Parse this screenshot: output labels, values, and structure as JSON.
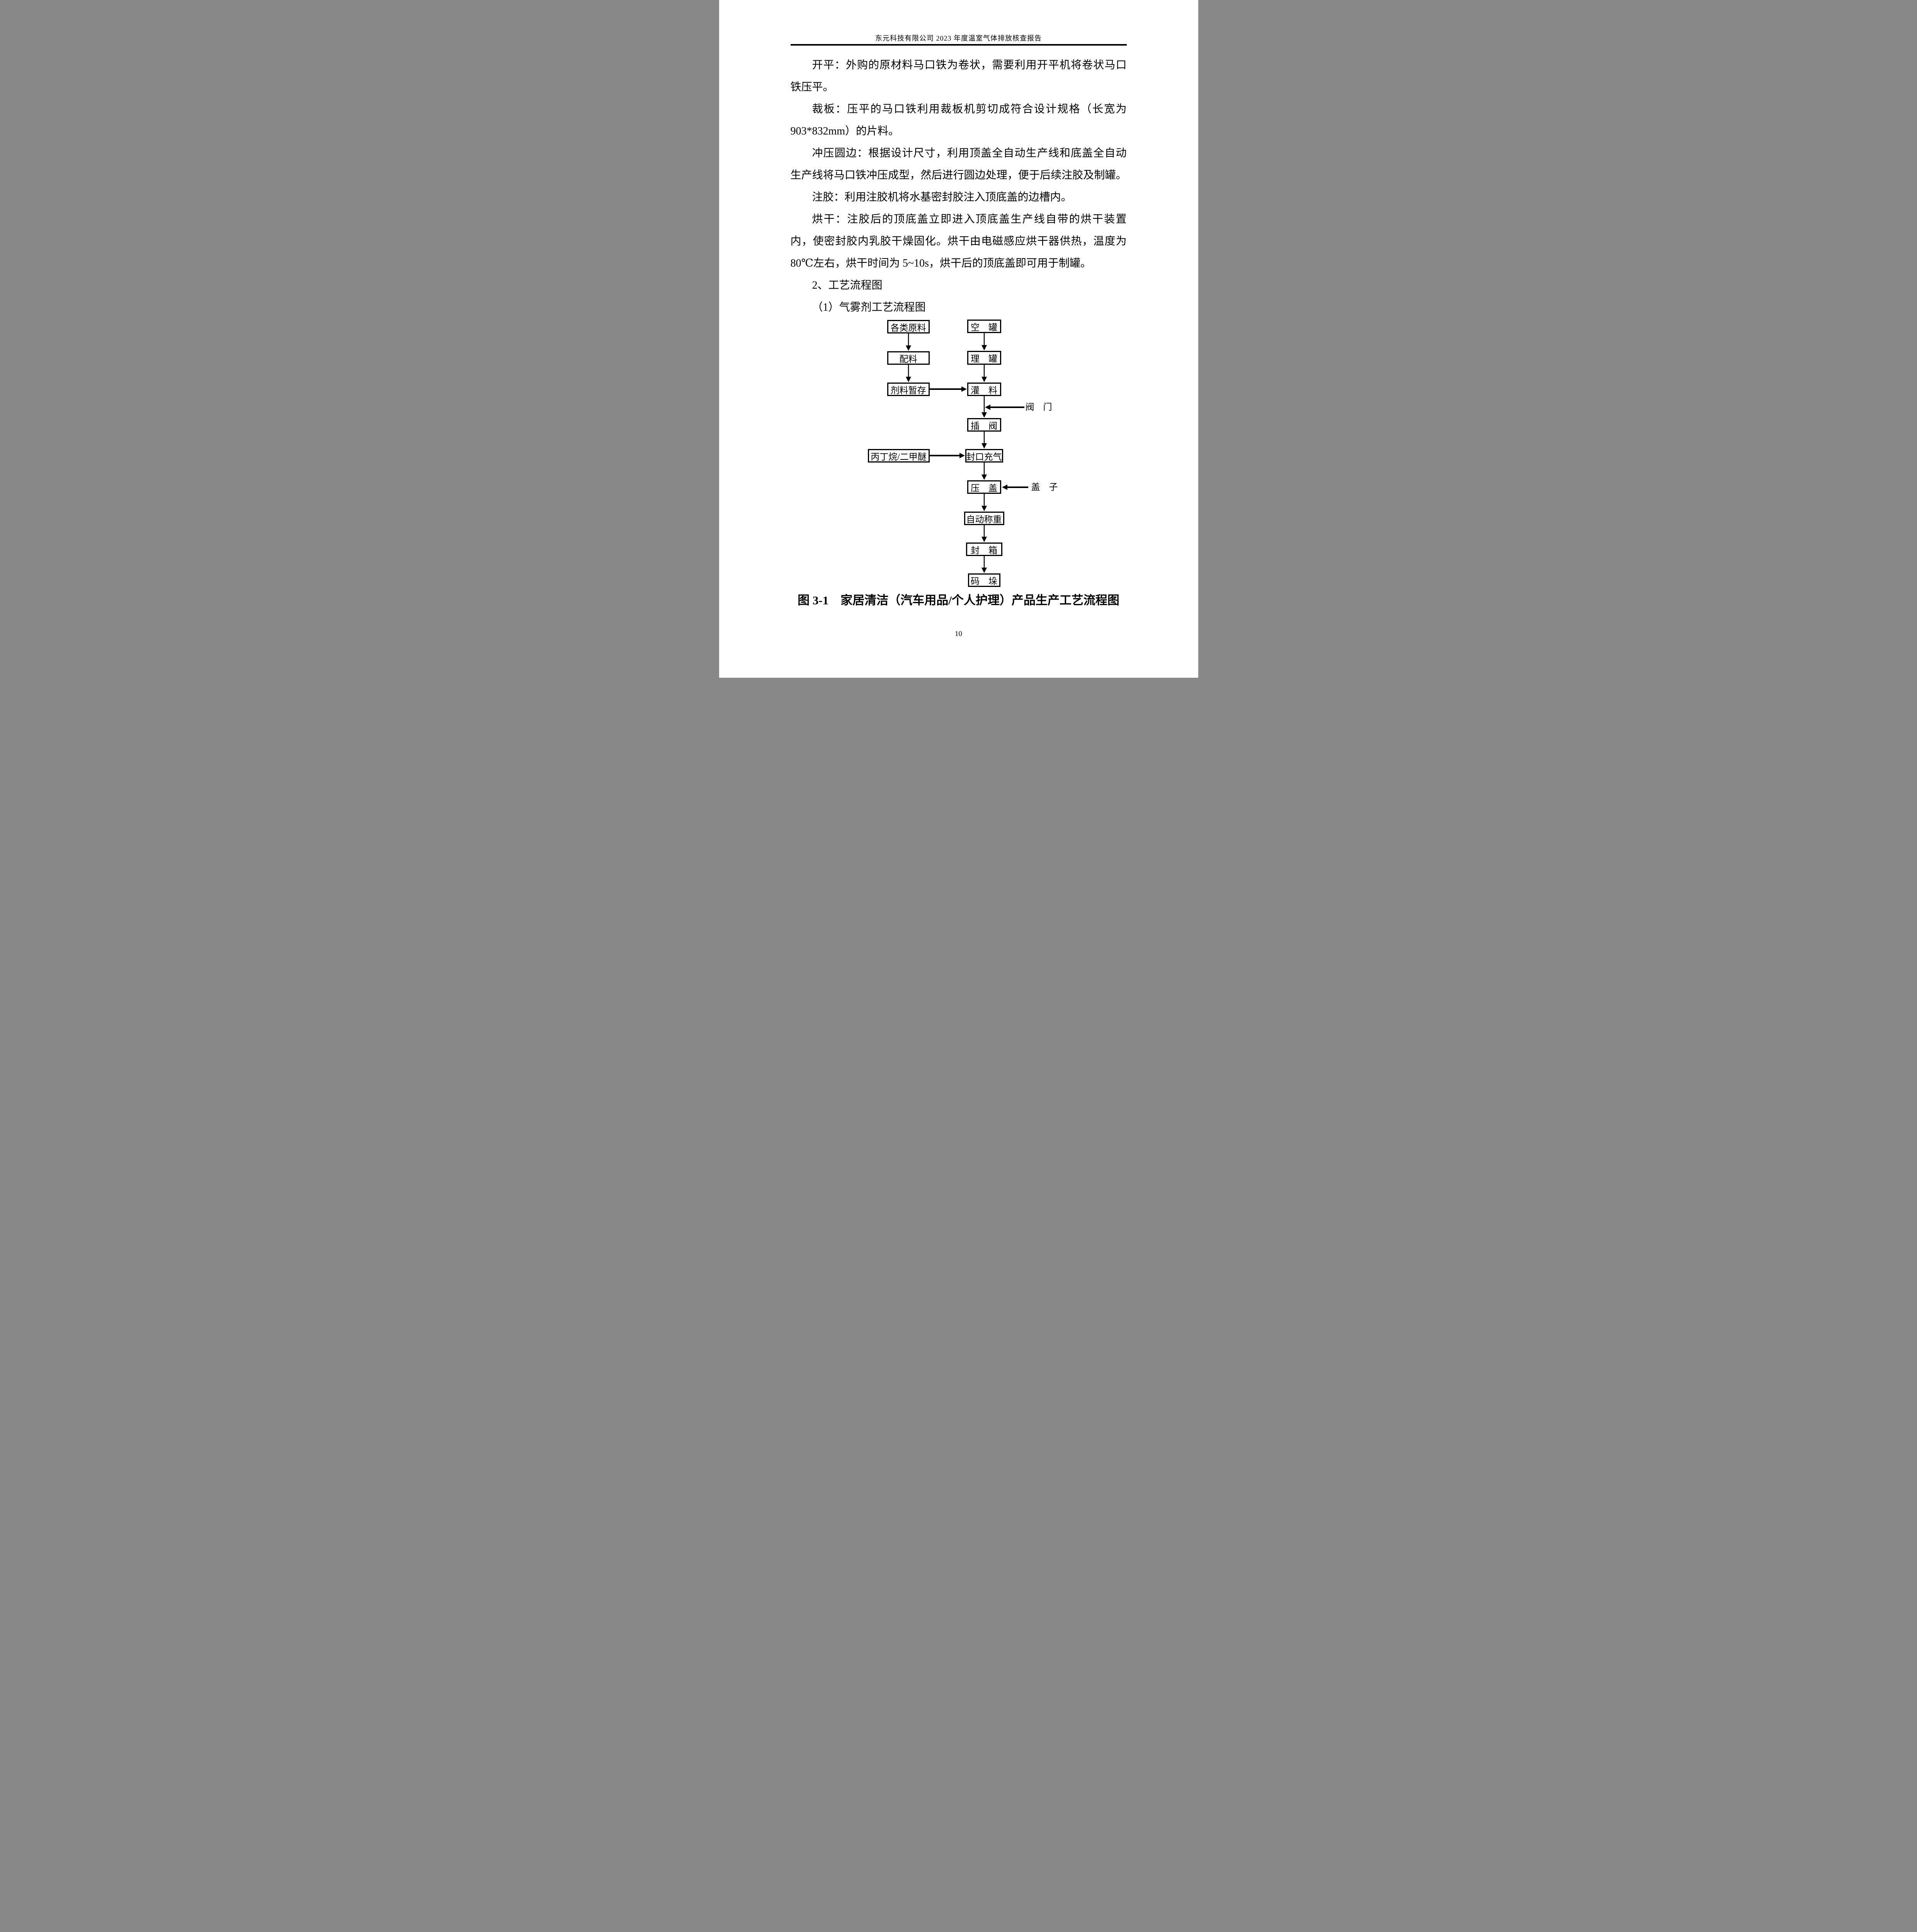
{
  "header": {
    "title": "东元科技有限公司 2023 年度温室气体排放核查报告"
  },
  "body": {
    "lines": [
      "开平：外购的原材料马口铁为卷状，需要利用开平机将卷状马口",
      "铁压平。",
      "裁板：压平的马口铁利用裁板机剪切成符合设计规格（长宽为",
      "903*832mm）的片料。",
      "冲压圆边：根据设计尺寸，利用顶盖全自动生产线和底盖全自动",
      "生产线将马口铁冲压成型，然后进行圆边处理，便于后续注胶及制罐。",
      "注胶：利用注胶机将水基密封胶注入顶底盖的边槽内。",
      "烘干：注胶后的顶底盖立即进入顶底盖生产线自带的烘干装置",
      "内，使密封胶内乳胶干燥固化。烘干由电磁感应烘干器供热，温度为",
      "80℃左右，烘干时间为 5~10s，烘干后的顶底盖即可用于制罐。",
      "2、工艺流程图",
      "（1）气雾剂工艺流程图"
    ]
  },
  "flowchart": {
    "boxes": {
      "raw_materials": "各类原料",
      "mixing": "配料",
      "agent_storage": "剂料暂存",
      "empty_can": "空　罐",
      "can_arrange": "理　罐",
      "filling": "灌　料",
      "valve_insert": "插　阀",
      "seal_inflate": "封口充气",
      "cap_press": "压　盖",
      "auto_weigh": "自动称重",
      "box_seal": "封　箱",
      "stacking": "码　垛",
      "propellant": "丙丁烷/二甲醚"
    },
    "annotations": {
      "valve": "阀　门",
      "cap": "盖　子"
    }
  },
  "caption": {
    "text": "图 3-1　家居清洁（汽车用品/个人护理）产品生产工艺流程图"
  },
  "footer": {
    "page_number": "10"
  }
}
